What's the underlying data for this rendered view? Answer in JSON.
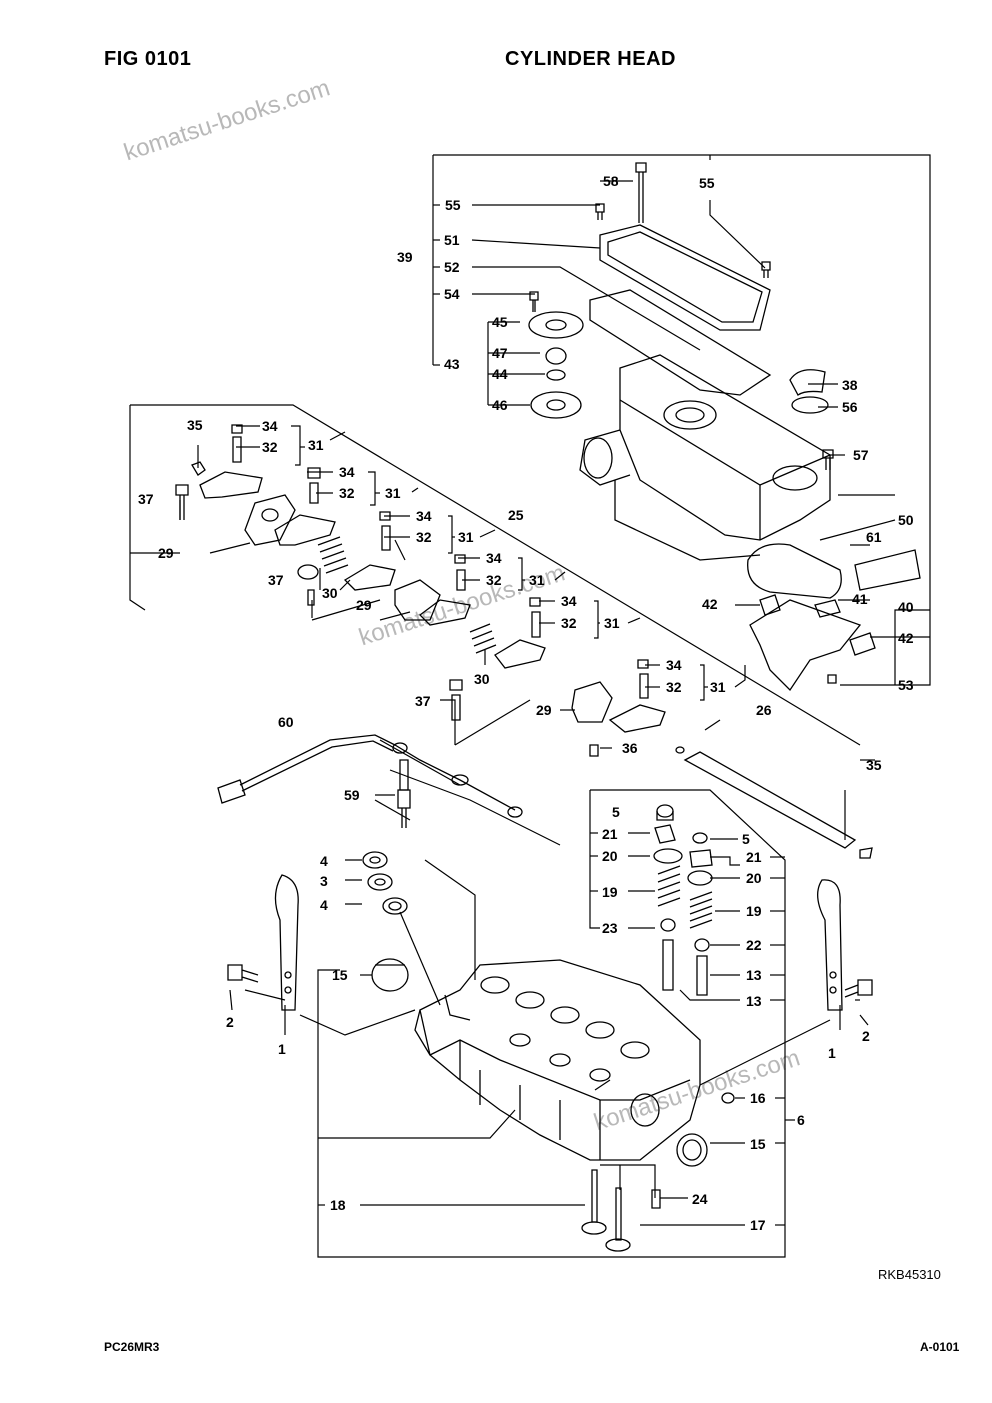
{
  "header": {
    "fig_label": "FIG    0101",
    "title": "CYLINDER HEAD"
  },
  "footer": {
    "model": "PC26MR3",
    "page": "A-0101"
  },
  "drawing_ref": "RKB45310",
  "watermark": "komatsu-books.com",
  "callouts": [
    {
      "n": "58"
    },
    {
      "n": "55"
    },
    {
      "n": "55"
    },
    {
      "n": "51"
    },
    {
      "n": "39"
    },
    {
      "n": "52"
    },
    {
      "n": "54"
    },
    {
      "n": "45"
    },
    {
      "n": "47"
    },
    {
      "n": "43"
    },
    {
      "n": "44"
    },
    {
      "n": "46"
    },
    {
      "n": "38"
    },
    {
      "n": "56"
    },
    {
      "n": "57"
    },
    {
      "n": "35"
    },
    {
      "n": "34"
    },
    {
      "n": "32"
    },
    {
      "n": "31"
    },
    {
      "n": "37"
    },
    {
      "n": "34"
    },
    {
      "n": "32"
    },
    {
      "n": "31"
    },
    {
      "n": "25"
    },
    {
      "n": "34"
    },
    {
      "n": "32"
    },
    {
      "n": "31"
    },
    {
      "n": "29"
    },
    {
      "n": "37"
    },
    {
      "n": "30"
    },
    {
      "n": "34"
    },
    {
      "n": "32"
    },
    {
      "n": "31"
    },
    {
      "n": "29"
    },
    {
      "n": "34"
    },
    {
      "n": "32"
    },
    {
      "n": "31"
    },
    {
      "n": "30"
    },
    {
      "n": "34"
    },
    {
      "n": "32"
    },
    {
      "n": "31"
    },
    {
      "n": "37"
    },
    {
      "n": "29"
    },
    {
      "n": "36"
    },
    {
      "n": "26"
    },
    {
      "n": "50"
    },
    {
      "n": "61"
    },
    {
      "n": "41"
    },
    {
      "n": "42"
    },
    {
      "n": "40"
    },
    {
      "n": "42"
    },
    {
      "n": "53"
    },
    {
      "n": "60"
    },
    {
      "n": "59"
    },
    {
      "n": "35"
    },
    {
      "n": "5"
    },
    {
      "n": "21"
    },
    {
      "n": "20"
    },
    {
      "n": "19"
    },
    {
      "n": "23"
    },
    {
      "n": "5"
    },
    {
      "n": "21"
    },
    {
      "n": "20"
    },
    {
      "n": "19"
    },
    {
      "n": "22"
    },
    {
      "n": "13"
    },
    {
      "n": "13"
    },
    {
      "n": "4"
    },
    {
      "n": "3"
    },
    {
      "n": "4"
    },
    {
      "n": "15"
    },
    {
      "n": "2"
    },
    {
      "n": "1"
    },
    {
      "n": "2"
    },
    {
      "n": "1"
    },
    {
      "n": "16"
    },
    {
      "n": "6"
    },
    {
      "n": "15"
    },
    {
      "n": "18"
    },
    {
      "n": "24"
    },
    {
      "n": "17"
    }
  ]
}
